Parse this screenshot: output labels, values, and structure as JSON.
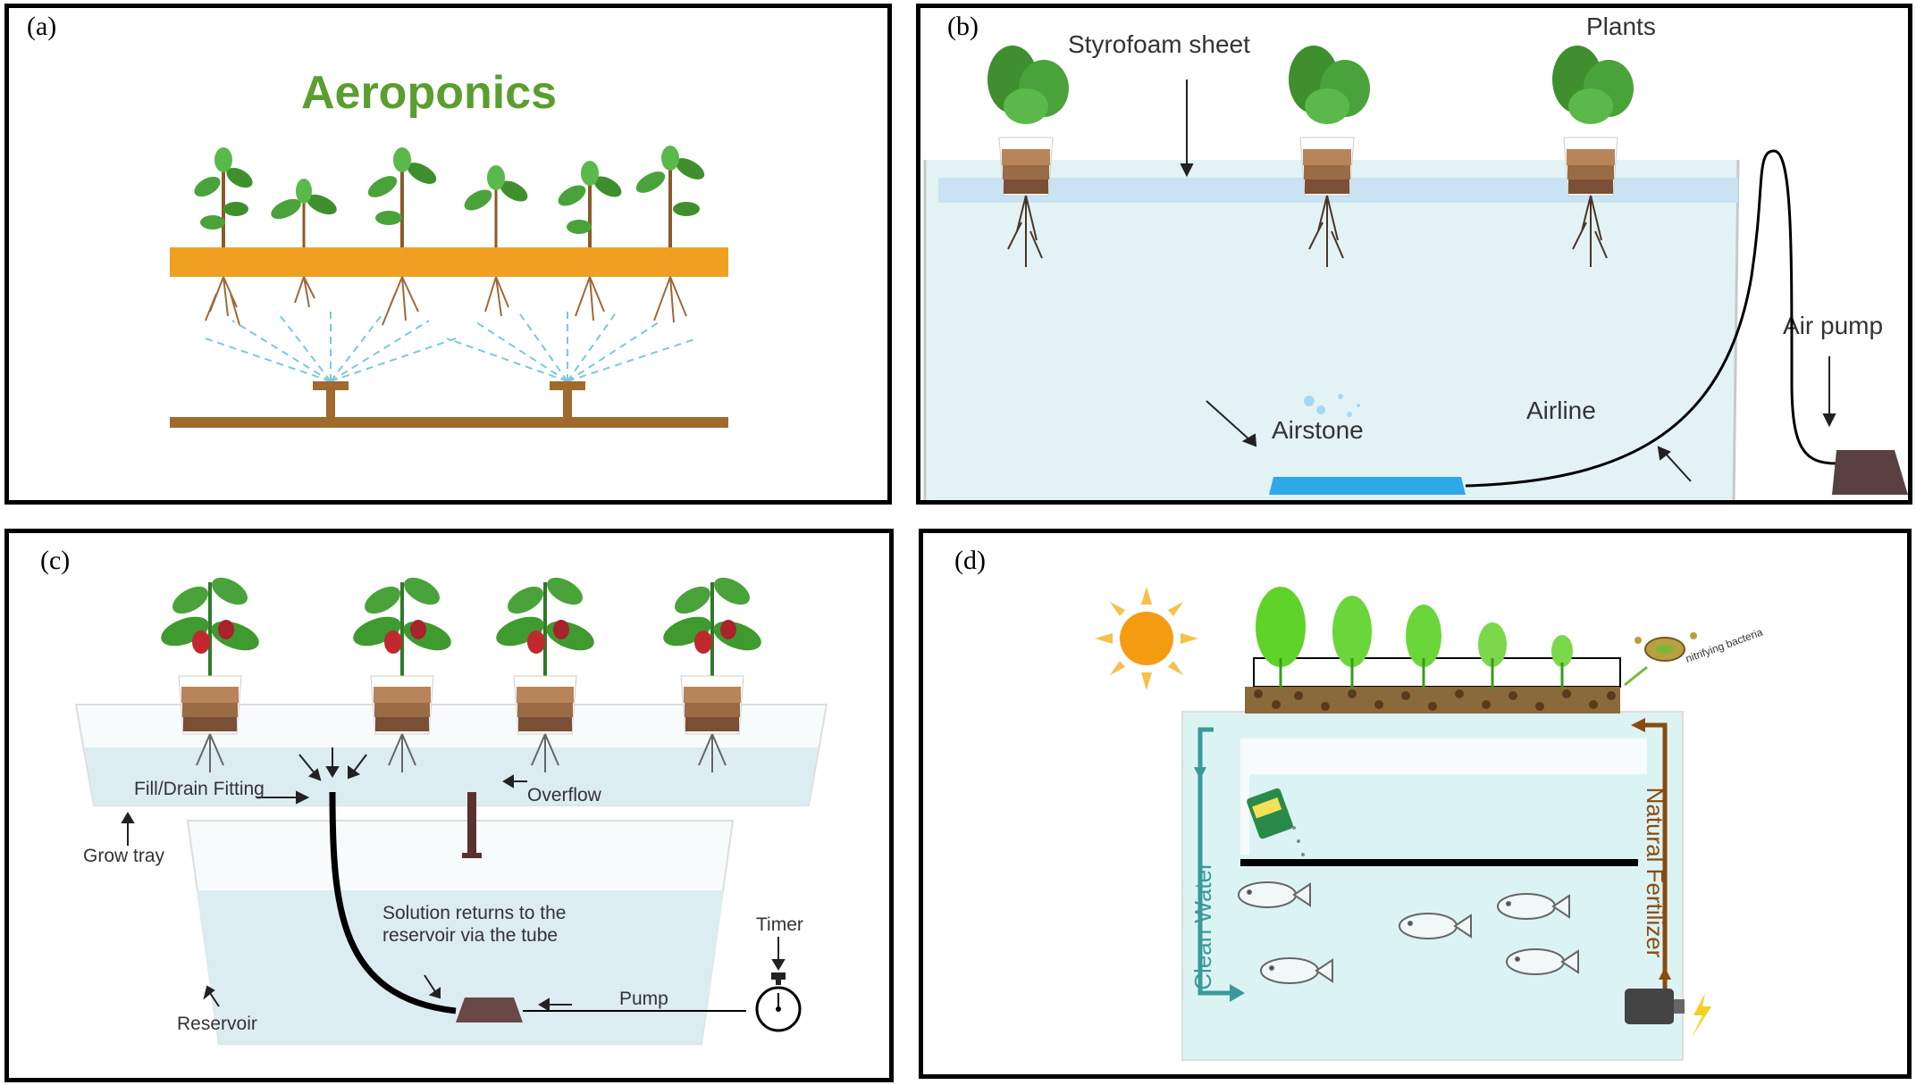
{
  "panels": {
    "a": {
      "label": "(a)",
      "title": "Aeroponics"
    },
    "b": {
      "label": "(b)",
      "styrofoam": "Styrofoam sheet",
      "plants": "Plants",
      "air_pump": "Air pump",
      "airstone": "Airstone",
      "airline": "Airline"
    },
    "c": {
      "label": "(c)",
      "fill_drain": "Fill/Drain Fitting",
      "overflow": "Overflow",
      "grow_tray": "Grow tray",
      "solution_line1": "Solution returns to the",
      "solution_line2": "reservoir via the tube",
      "timer": "Timer",
      "pump": "Pump",
      "reservoir": "Reservoir"
    },
    "d": {
      "label": "(d)",
      "clean_water": "Clean Water",
      "natural_fertilizer": "Natural Fertilizer",
      "bacteria": "nitrifying bacteria"
    }
  },
  "colors": {
    "aero_title": "#5a9e2f",
    "tray_orange": "#f0a020",
    "pipe_brown": "#a0692e",
    "water_light": "#dcefF2",
    "leaf_green": "#3f9a2f",
    "pot_brown": "#8b5a3c",
    "pepper_red": "#c0282d",
    "airstone_blue": "#2fa8e8",
    "sun_orange": "#f39c12",
    "arrow_teal": "#3a9a9a",
    "arrow_brown": "#8b4a10"
  }
}
